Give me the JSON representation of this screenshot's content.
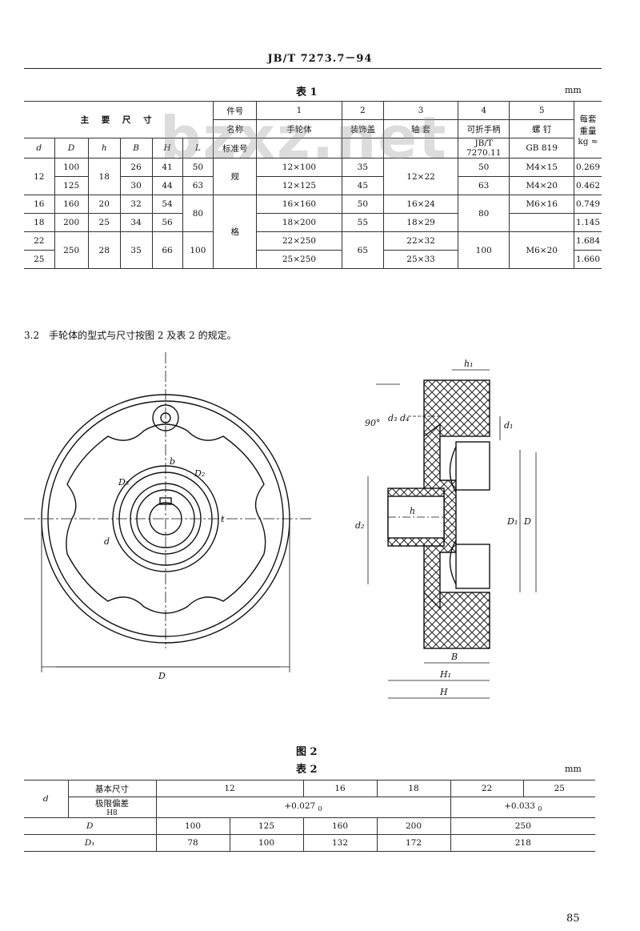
{
  "header": {
    "standard": "JB/T 7273.7－94"
  },
  "table1": {
    "caption": "表 1",
    "unit": "mm",
    "main_dims_label": "主 要 尺 寸",
    "part_no_label": "件号",
    "name_label": "名称",
    "std_label": "标准号",
    "spec_label": "规",
    "spec_label2": "格",
    "weight_label": "每套重量",
    "weight_unit": "kg ≈",
    "part_nos": [
      "1",
      "2",
      "3",
      "4",
      "5"
    ],
    "names": [
      "手轮体",
      "装饰盖",
      "轴 套",
      "可折手柄",
      "螺 钉"
    ],
    "standards": [
      "",
      "",
      "",
      "JB/T 7270.11",
      "GB 819"
    ],
    "dim_headers": [
      "d",
      "D",
      "h",
      "B",
      "H",
      "L"
    ],
    "rows": [
      {
        "d": "12",
        "D": "100",
        "h": "18",
        "B": "26",
        "H": "41",
        "L": "50",
        "p1": "12×100",
        "p2": "35",
        "p3": "12×22",
        "p4": "50",
        "p5": "M4×15",
        "w": "0.269"
      },
      {
        "d": "",
        "D": "125",
        "h": "",
        "B": "30",
        "H": "44",
        "L": "63",
        "p1": "12×125",
        "p2": "45",
        "p3": "",
        "p4": "63",
        "p5": "M4×20",
        "w": "0.462"
      },
      {
        "d": "16",
        "D": "160",
        "h": "20",
        "B": "32",
        "H": "54",
        "L": "80",
        "p1": "16×160",
        "p2": "50",
        "p3": "16×24",
        "p4": "80",
        "p5": "M6×16",
        "w": "0.749"
      },
      {
        "d": "18",
        "D": "200",
        "h": "25",
        "B": "34",
        "H": "56",
        "L": "",
        "p1": "18×200",
        "p2": "55",
        "p3": "18×29",
        "p4": "",
        "p5": "",
        "w": "1.145"
      },
      {
        "d": "22",
        "D": "250",
        "h": "28",
        "B": "35",
        "H": "66",
        "L": "100",
        "p1": "22×250",
        "p2": "65",
        "p3": "22×32",
        "p4": "100",
        "p5": "M6×20",
        "w": "1.684"
      },
      {
        "d": "25",
        "D": "",
        "h": "",
        "B": "",
        "H": "",
        "L": "",
        "p1": "25×250",
        "p2": "",
        "p3": "25×33",
        "p4": "",
        "p5": "",
        "w": "1.660"
      }
    ]
  },
  "watermark": "bzxz.net",
  "section": {
    "text": "3.2　手轮体的型式与尺寸按图 2 及表 2 的规定。"
  },
  "figure": {
    "caption": "图 2",
    "labels": {
      "b": "b",
      "D2": "D₂",
      "t": "t",
      "d": "d",
      "D": "D",
      "h1": "h₁",
      "d3": "d₃",
      "d4": "d₄",
      "d1": "d₁",
      "d2": "d₂",
      "D1": "D₁",
      "D3": "D₃",
      "B": "B",
      "H1": "H₁",
      "H": "H",
      "h": "h",
      "angle": "90°"
    }
  },
  "table2": {
    "caption": "表 2",
    "unit": "mm",
    "d_label": "d",
    "basic_label": "基本尺寸",
    "tol_label": "极限偏差",
    "tol_sub": "H8",
    "d_values": [
      "12",
      "16",
      "18",
      "22",
      "25"
    ],
    "tol_a": "+0.027",
    "tol_a_low": "0",
    "tol_b": "+0.033",
    "tol_b_low": "0",
    "D_label": "D",
    "D_values": [
      "100",
      "125",
      "160",
      "200",
      "250"
    ],
    "D1_label": "D₁",
    "D1_values": [
      "78",
      "100",
      "132",
      "172",
      "218"
    ]
  },
  "page_number": "85"
}
